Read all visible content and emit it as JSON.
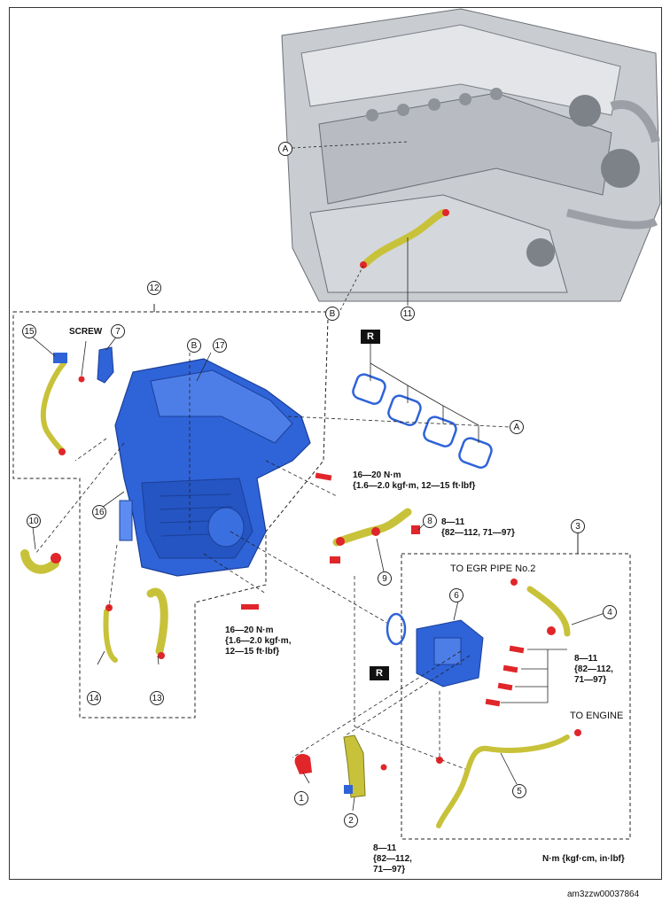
{
  "callouts": {
    "c1": "1",
    "c2": "2",
    "c3": "3",
    "c4": "4",
    "c5": "5",
    "c6": "6",
    "c7": "7",
    "c8": "8",
    "c9": "9",
    "c10": "10",
    "c11": "11",
    "c12": "12",
    "c13": "13",
    "c14": "14",
    "c15": "15",
    "c16": "16",
    "c17": "17",
    "cA_top": "A",
    "cA_right": "A",
    "cB_bottom": "B",
    "cB_manifold": "B"
  },
  "labels": {
    "screw": "SCREW",
    "reuse_top": "R",
    "reuse_oring": "R",
    "torque_16_20_top": "16—20 N·m\n{1.6—2.0 kgf·m, 12—15 ft·lbf}",
    "torque_16_20_bottom": "16—20 N·m\n{1.6—2.0 kgf·m,\n12—15 ft·lbf}",
    "torque_8_11_right": "8—11\n{82—112, 71—97}",
    "torque_8_11_egr": "8—11\n{82—112,\n71—97}",
    "torque_8_11_bottom": "8—11\n{82—112,\n71—97}",
    "to_egr_pipe": "TO EGR PIPE No.2",
    "to_engine": "TO ENGINE",
    "units_note": "N·m {kgf·cm, in·lbf}"
  },
  "footer": {
    "code": "am3zzw00037864"
  },
  "colors": {
    "manifold": "#2f63d8",
    "hose": "#c8c23a",
    "fastener": "#e0262a",
    "engine": "#c9ccd1"
  }
}
